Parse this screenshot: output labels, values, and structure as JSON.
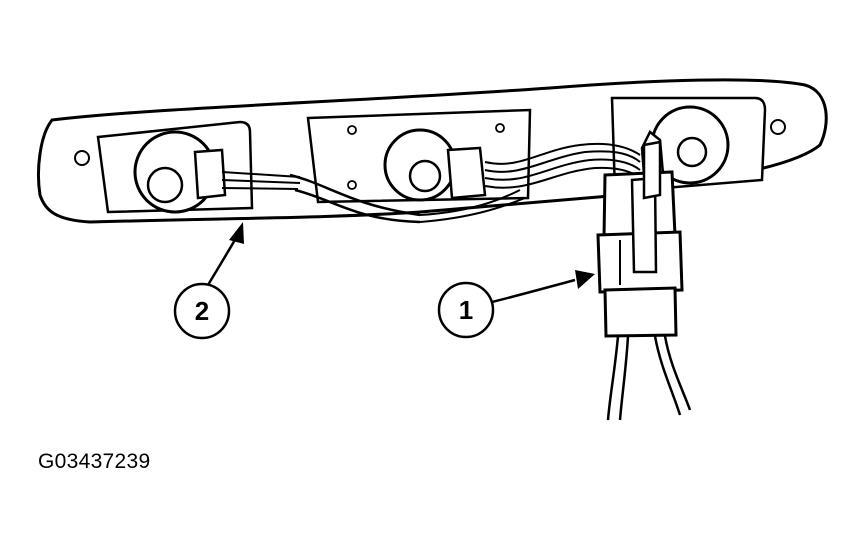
{
  "figure": {
    "id_label": "G03437239"
  },
  "callouts": [
    {
      "number": "1",
      "target": "electrical-connector"
    },
    {
      "number": "2",
      "target": "wiring-harness"
    }
  ],
  "colors": {
    "ink": "#000000",
    "fill": "#ffffff"
  }
}
